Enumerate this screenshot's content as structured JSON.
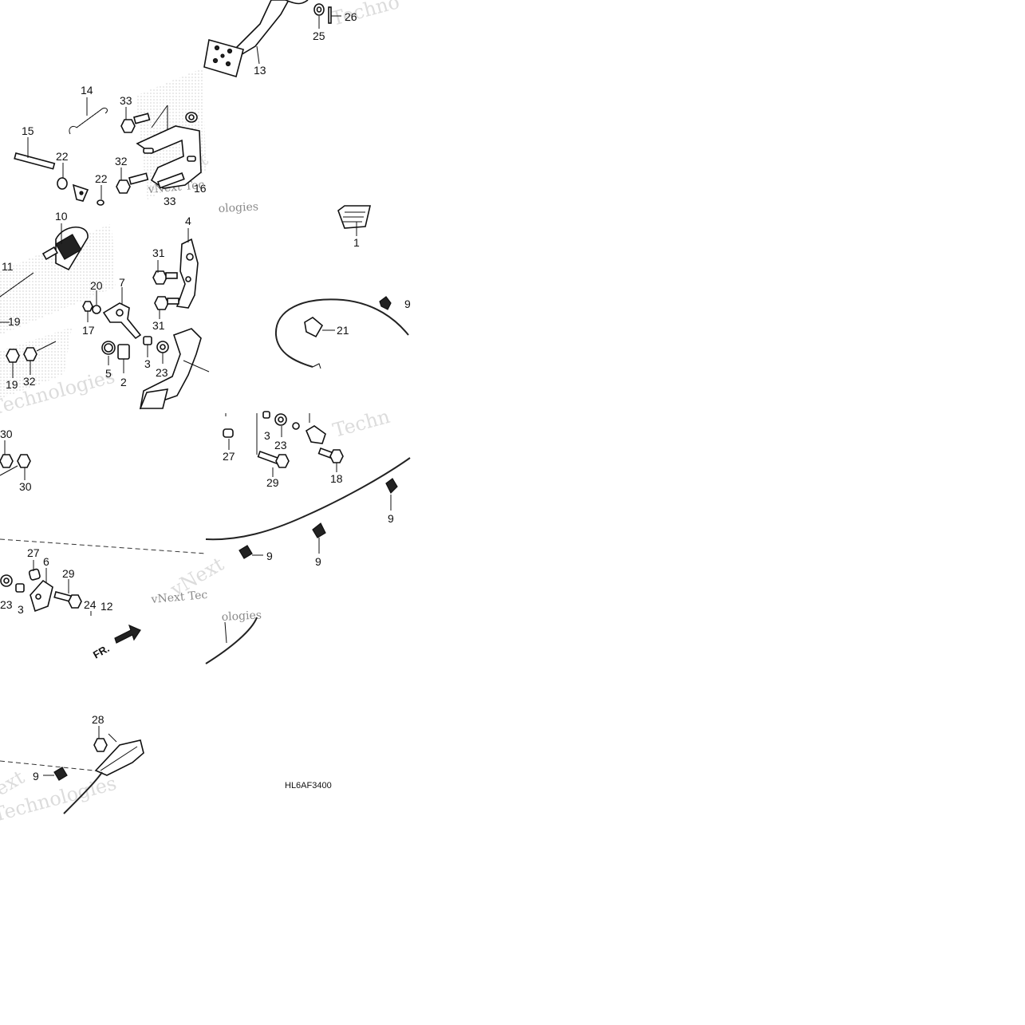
{
  "diagram": {
    "code": "HL6AF3400",
    "fr_label": "FR.",
    "watermarks": {
      "techno": "Techno",
      "vnext": "vNext",
      "vnext_tec": "vNext Tec",
      "ologies": "ologies",
      "technologies": "Technologies",
      "ext": "ext",
      "techn": "Techn"
    },
    "part_numbers": [
      "25",
      "26",
      "13",
      "14",
      "33",
      "15",
      "22",
      "22",
      "32",
      "33",
      "16",
      "10",
      "4",
      "1",
      "11",
      "31",
      "20",
      "7",
      "9",
      "17",
      "19",
      "31",
      "21",
      "3",
      "23",
      "5",
      "2",
      "19",
      "32",
      "30",
      "30",
      "3",
      "23",
      "27",
      "29",
      "18",
      "9",
      "9",
      "9",
      "27",
      "6",
      "29",
      "23",
      "3",
      "24",
      "12",
      "28",
      "9"
    ]
  }
}
